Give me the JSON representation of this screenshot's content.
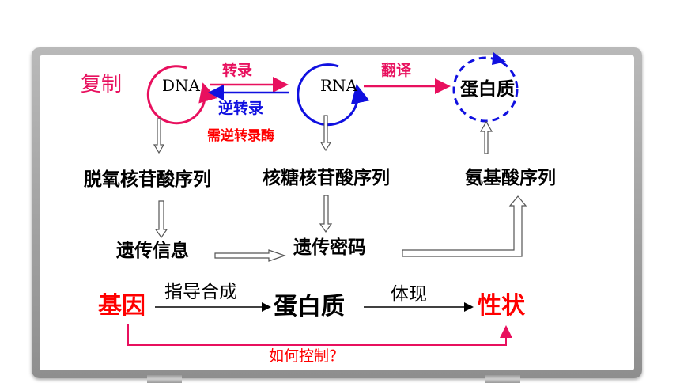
{
  "replication_label": "复制",
  "dna_label": "DNA",
  "rna_label": "RNA",
  "protein_top_label": "蛋白质",
  "transcription_label": "转录",
  "reverse_transcription_label": "逆转录",
  "translation_label": "翻译",
  "enzyme_label": "需逆转录酶",
  "deoxy_sequence_label": "脱氧核苷酸序列",
  "ribo_sequence_label": "核糖核苷酸序列",
  "amino_sequence_label": "氨基酸序列",
  "genetic_info_label": "遗传信息",
  "genetic_code_label": "遗传密码",
  "gene_label": "基因",
  "guide_synthesis_label": "指导合成",
  "protein_bottom_label": "蛋白质",
  "manifest_label": "体现",
  "trait_label": "性状",
  "how_control_label": "如何控制？",
  "colors": {
    "red": "#ff0000",
    "magenta": "#e8105e",
    "blue": "#1010e0",
    "black": "#000000",
    "board_frame": "#a6a6a6"
  }
}
